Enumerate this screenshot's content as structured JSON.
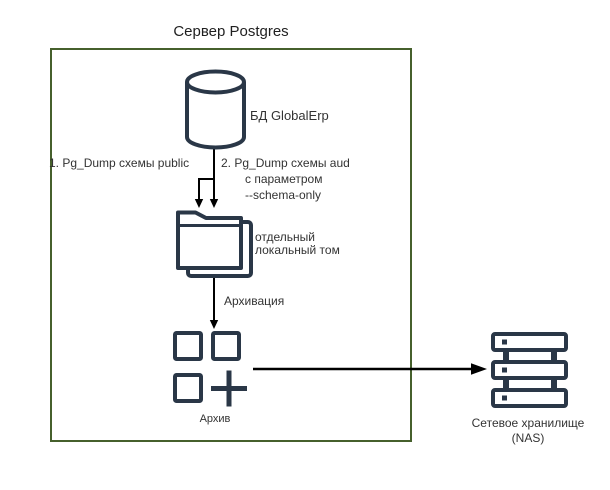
{
  "diagram": {
    "title": "Сервер Postgres",
    "colors": {
      "background": "#ffffff",
      "server_box_border": "#46602c",
      "icon_stroke": "#2a3747",
      "arrow": "#000000",
      "text": "#333333"
    },
    "nodes": {
      "database": {
        "icon": "database-cylinder-icon",
        "label": "БД GlobalErp"
      },
      "dump_public": {
        "label": "1. Pg_Dump схемы public"
      },
      "dump_aud": {
        "line1": "2. Pg_Dump схемы aud",
        "line2": "с параметром",
        "line3": "--schema-only"
      },
      "local_volume": {
        "icon": "folder-icon",
        "label_line1": "отдельный",
        "label_line2": "локальный том"
      },
      "archivation_edge": {
        "label": "Архивация"
      },
      "archive": {
        "icon": "archive-plus-icon",
        "label": "Архив"
      },
      "nas": {
        "icon": "server-rack-icon",
        "label_line1": "Сетевое хранилище",
        "label_line2": "(NAS)"
      }
    }
  }
}
